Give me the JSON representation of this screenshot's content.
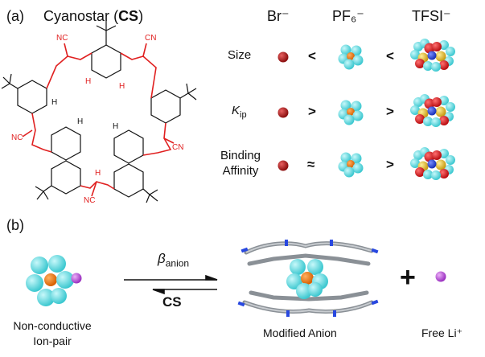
{
  "panel_a": {
    "label": "(a)",
    "title": "Cyanostar",
    "title_abbrev_open": "(",
    "title_abbrev": "CS",
    "title_abbrev_close": ")",
    "columns": [
      "Br⁻",
      "PF₆⁻",
      "TFSI⁻"
    ],
    "rows": [
      {
        "label": "Size",
        "op1": "<",
        "op2": "<"
      },
      {
        "label_main": "K",
        "label_sub": "ip",
        "op1": ">",
        "op2": ">"
      },
      {
        "label_line1": "Binding",
        "label_line2": "Affinity",
        "op1": "≈",
        "op2": ">"
      }
    ],
    "structure_labels": {
      "nc": "NC",
      "cn": "CN",
      "h": "H"
    }
  },
  "panel_b": {
    "label": "(b)",
    "arrow_top_main": "β",
    "arrow_top_sub": "anion",
    "arrow_bottom": "CS",
    "plus": "+",
    "caption_left_line1": "Non-conductive",
    "caption_left_line2": "Ion-pair",
    "caption_middle": "Modified Anion",
    "caption_right": "Free Li⁺"
  },
  "colors": {
    "br_sphere": "#b01818",
    "f_atom": "#58e0e6",
    "p_atom": "#f07c18",
    "s_atom": "#e8c23a",
    "o_atom": "#e01820",
    "n_atom": "#2848e0",
    "li_atom": "#c860e0",
    "alkene_red": "#e02020",
    "macrocycle_gray": "#9aa0a6"
  }
}
